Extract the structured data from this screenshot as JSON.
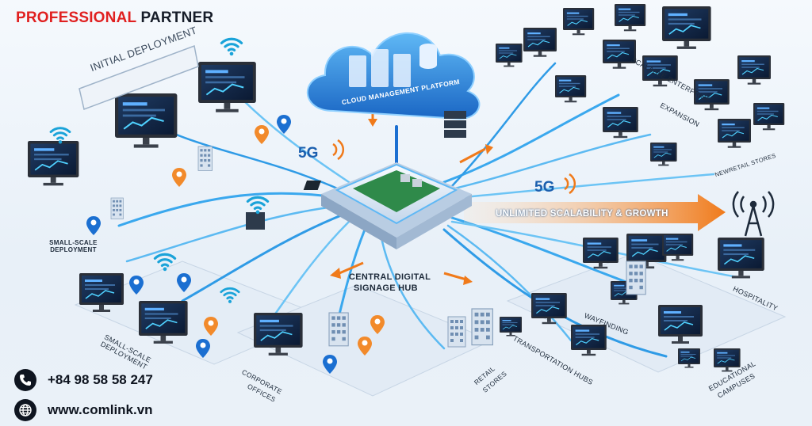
{
  "brand": {
    "word1": "PROFESSIONAL",
    "word2": "PARTNER",
    "color1": "#e02020",
    "color2": "#161c28"
  },
  "labels": {
    "initial_deployment": "INITIAL DEPLOYMENT",
    "cloud": "CLOUD MANAGEMENT PLATFORM",
    "small_scale_top": "SMALL-SCALE DEPLOYMENT",
    "small_scale_bottom": "SMALL-SCALE DEPLOYMENT",
    "central_hub_1": "CENTRAL DIGITAL",
    "central_hub_2": "SIGNAGE HUB",
    "unlimited": "UNLIMITED SCALABILITY & GROWTH",
    "scalable_1": "SCALABLE ENTERPRISE",
    "scalable_2": "EXPANSION",
    "new_retail": "NEWRETAIL STORES",
    "hospitality": "HOSPITALITY",
    "wayfinding": "WAYFINDING",
    "transportation": "TRANSPORTATION HUBS",
    "educational_1": "EDUCATIONAL",
    "educational_2": "CAMPUSES",
    "retail_1": "RETAIL",
    "retail_2": "STORES",
    "corporate_1": "CORPORATE",
    "corporate_2": "OFFICES",
    "g5a": "5G",
    "g5b": "5G"
  },
  "contact": {
    "phone": "+84 98 58 58 247",
    "website": "www.comlink.vn"
  },
  "icons": [
    "phone-icon",
    "globe-icon",
    "wifi-icon",
    "cloud-icon",
    "map-pin-icon",
    "cell-tower-icon",
    "server-icon",
    "building-icon"
  ],
  "colors": {
    "accent_blue": "#1b6fd1",
    "flow_blue": "#3aa8ee",
    "growth_orange": "#f07a1a",
    "pin_orange": "#f28a2b"
  }
}
